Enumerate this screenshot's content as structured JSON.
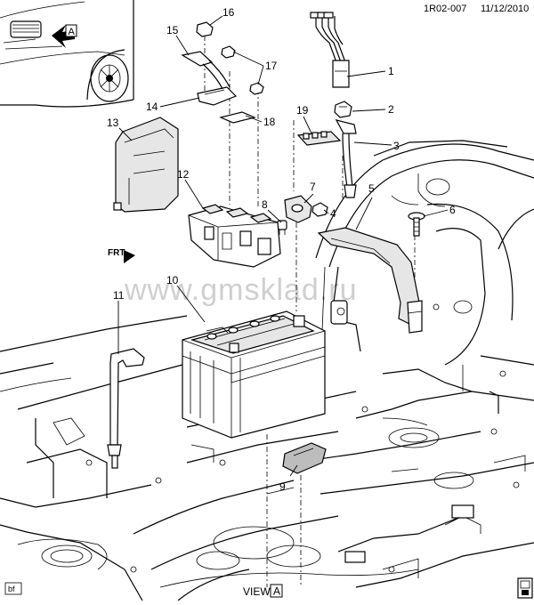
{
  "header": {
    "code": "1R02-007",
    "date": "11/12/2010"
  },
  "view_label": "VIEW",
  "view_letter": "A",
  "view_ref_letter": "A",
  "front_label": "FRT",
  "watermark": "www.gmsklad.ru",
  "corner_tag": "bf",
  "callouts": [
    {
      "id": "callout-1",
      "text": "1"
    },
    {
      "id": "callout-2",
      "text": "2"
    },
    {
      "id": "callout-3",
      "text": "3"
    },
    {
      "id": "callout-4",
      "text": "4"
    },
    {
      "id": "callout-5",
      "text": "5"
    },
    {
      "id": "callout-6",
      "text": "6"
    },
    {
      "id": "callout-7",
      "text": "7"
    },
    {
      "id": "callout-8",
      "text": "8"
    },
    {
      "id": "callout-9",
      "text": "9"
    },
    {
      "id": "callout-10",
      "text": "10"
    },
    {
      "id": "callout-11",
      "text": "11"
    },
    {
      "id": "callout-12",
      "text": "12"
    },
    {
      "id": "callout-13",
      "text": "13"
    },
    {
      "id": "callout-14",
      "text": "14"
    },
    {
      "id": "callout-15",
      "text": "15"
    },
    {
      "id": "callout-16",
      "text": "16"
    },
    {
      "id": "callout-17",
      "text": "17"
    },
    {
      "id": "callout-18",
      "text": "18"
    },
    {
      "id": "callout-19",
      "text": "19"
    }
  ]
}
